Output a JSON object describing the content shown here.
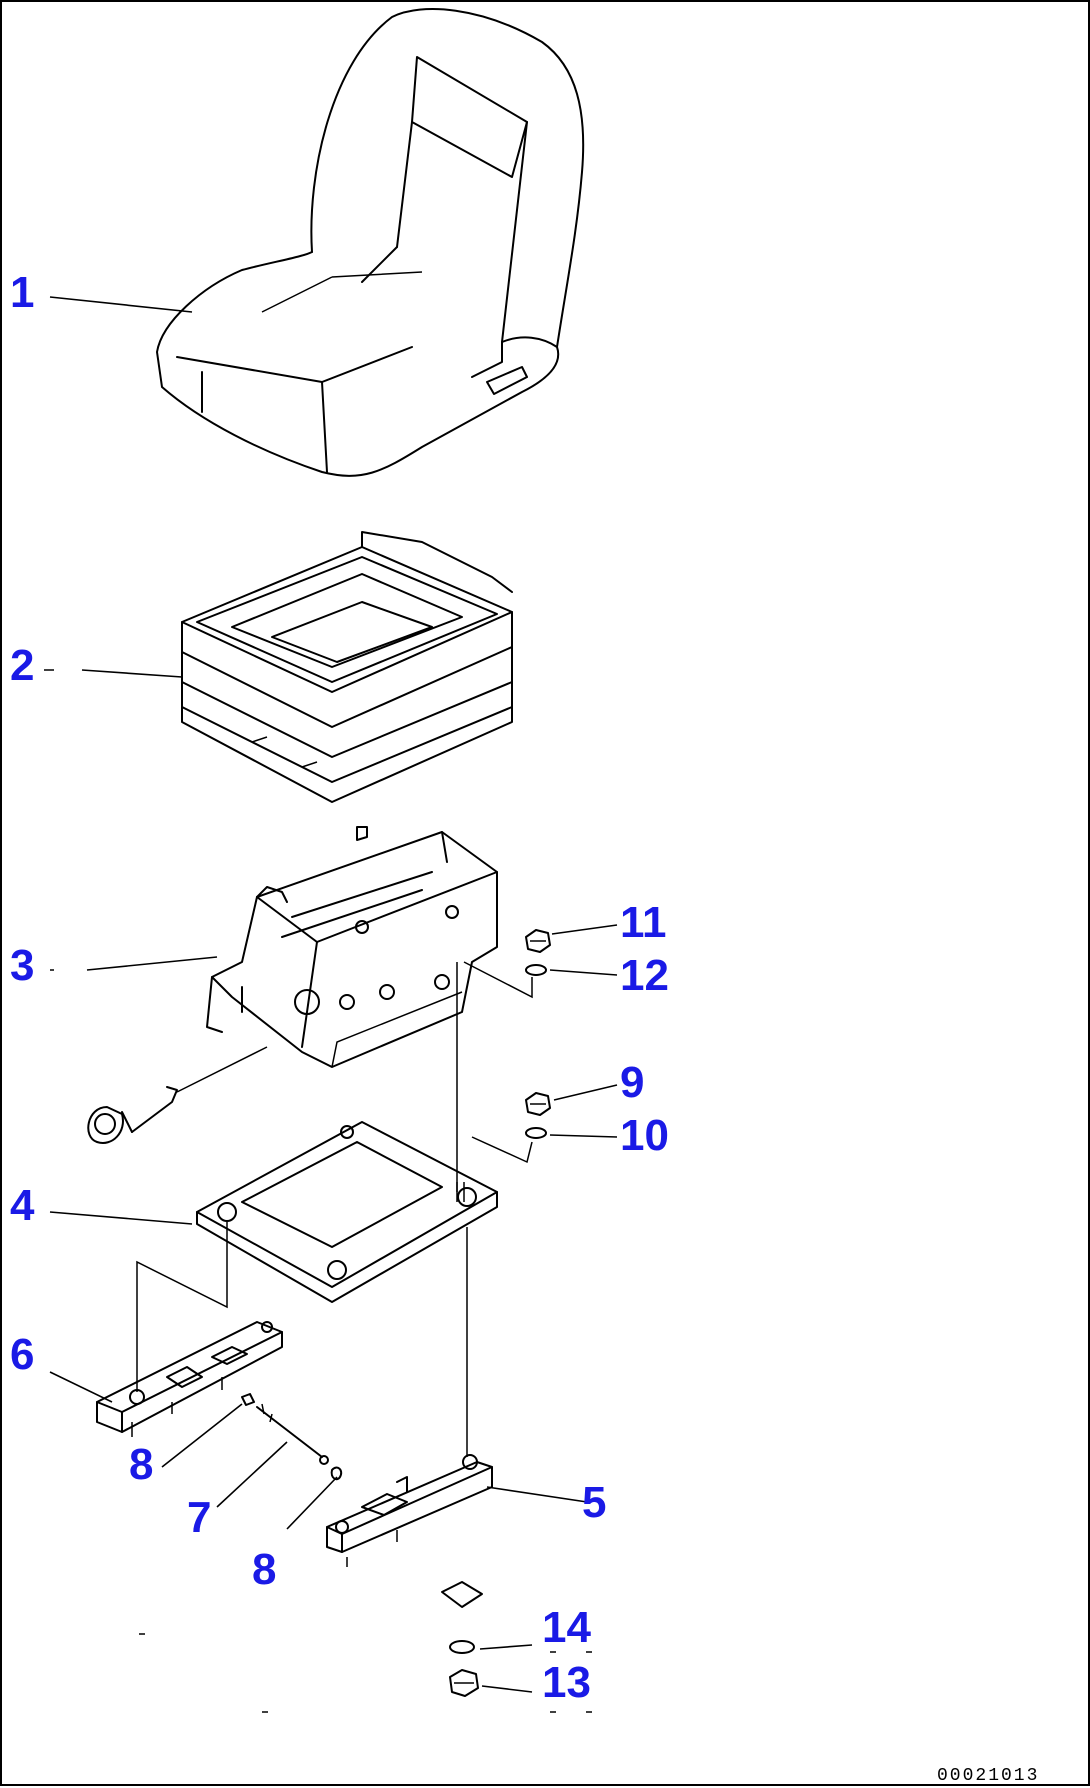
{
  "callouts": {
    "c1": "1",
    "c2": "2",
    "c3": "3",
    "c4": "4",
    "c5": "5",
    "c6": "6",
    "c7": "7",
    "c8a": "8",
    "c8b": "8",
    "c9": "9",
    "c10": "10",
    "c11": "11",
    "c12": "12",
    "c13": "13",
    "c14": "14"
  },
  "drawing_number": "00021013",
  "colors": {
    "callout": "#1a1ae6",
    "line": "#000000",
    "background": "#ffffff"
  }
}
